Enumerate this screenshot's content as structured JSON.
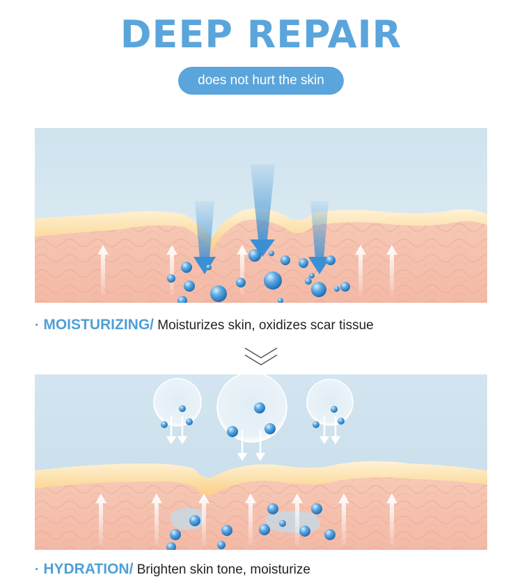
{
  "header": {
    "title": "DEEP REPAIR",
    "subtitle": "does not hurt the skin"
  },
  "sections": [
    {
      "bullet": "·",
      "heading": "MOISTURIZING/",
      "description": "Moisturizes skin, oxidizes scar tissue"
    },
    {
      "bullet": "·",
      "heading": "HYDRATION/",
      "description": "Brighten skin tone, moisturize"
    }
  ],
  "colors": {
    "accent": "#5aa5db",
    "sky": "#cfe3ef",
    "skin_surface": "#fbd99a",
    "skin_tissue": "#f3c4b3",
    "droplet": "#3f95d6"
  },
  "icons": [
    "double-chevron-down-icon",
    "up-arrow-icon",
    "water-droplet-icon",
    "bubble-icon",
    "funnel-arrow-icon"
  ]
}
